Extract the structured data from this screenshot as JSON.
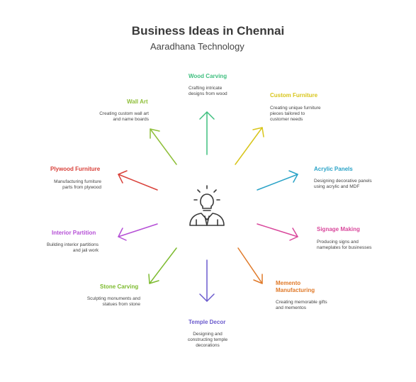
{
  "title": "Business Ideas in Chennai",
  "subtitle": "Aaradhana Technology",
  "ideas": [
    {
      "title": "Wood Carving",
      "desc": "Crafting intricate designs from wood",
      "color": "#3fbf7f"
    },
    {
      "title": "Custom Furniture",
      "desc": "Creating unique furniture pieces tailored to customer needs",
      "color": "#d8c51a"
    },
    {
      "title": "Acrylic Panels",
      "desc": "Designing decorative panels using acrylic and MDF",
      "color": "#2aa3c7"
    },
    {
      "title": "Signage Making",
      "desc": "Producing signs and nameplates for businesses",
      "color": "#d9489c"
    },
    {
      "title": "Memento Manufacturing",
      "desc": "Creating memorable gifts and mementos",
      "color": "#e07a2a"
    },
    {
      "title": "Temple Decor",
      "desc": "Designing and constructing temple decorations",
      "color": "#6a5acd"
    },
    {
      "title": "Stone Carving",
      "desc": "Sculpting monuments and statues from stone",
      "color": "#7dbb2f"
    },
    {
      "title": "Interior Partition",
      "desc": "Building interior partitions and jali work",
      "color": "#b54fd6"
    },
    {
      "title": "Plywood Furniture",
      "desc": "Manufacturing furniture parts from plywood",
      "color": "#d9413a"
    },
    {
      "title": "Wall Art",
      "desc": "Creating custom wall art and name boards",
      "color": "#8fbf3a"
    }
  ]
}
